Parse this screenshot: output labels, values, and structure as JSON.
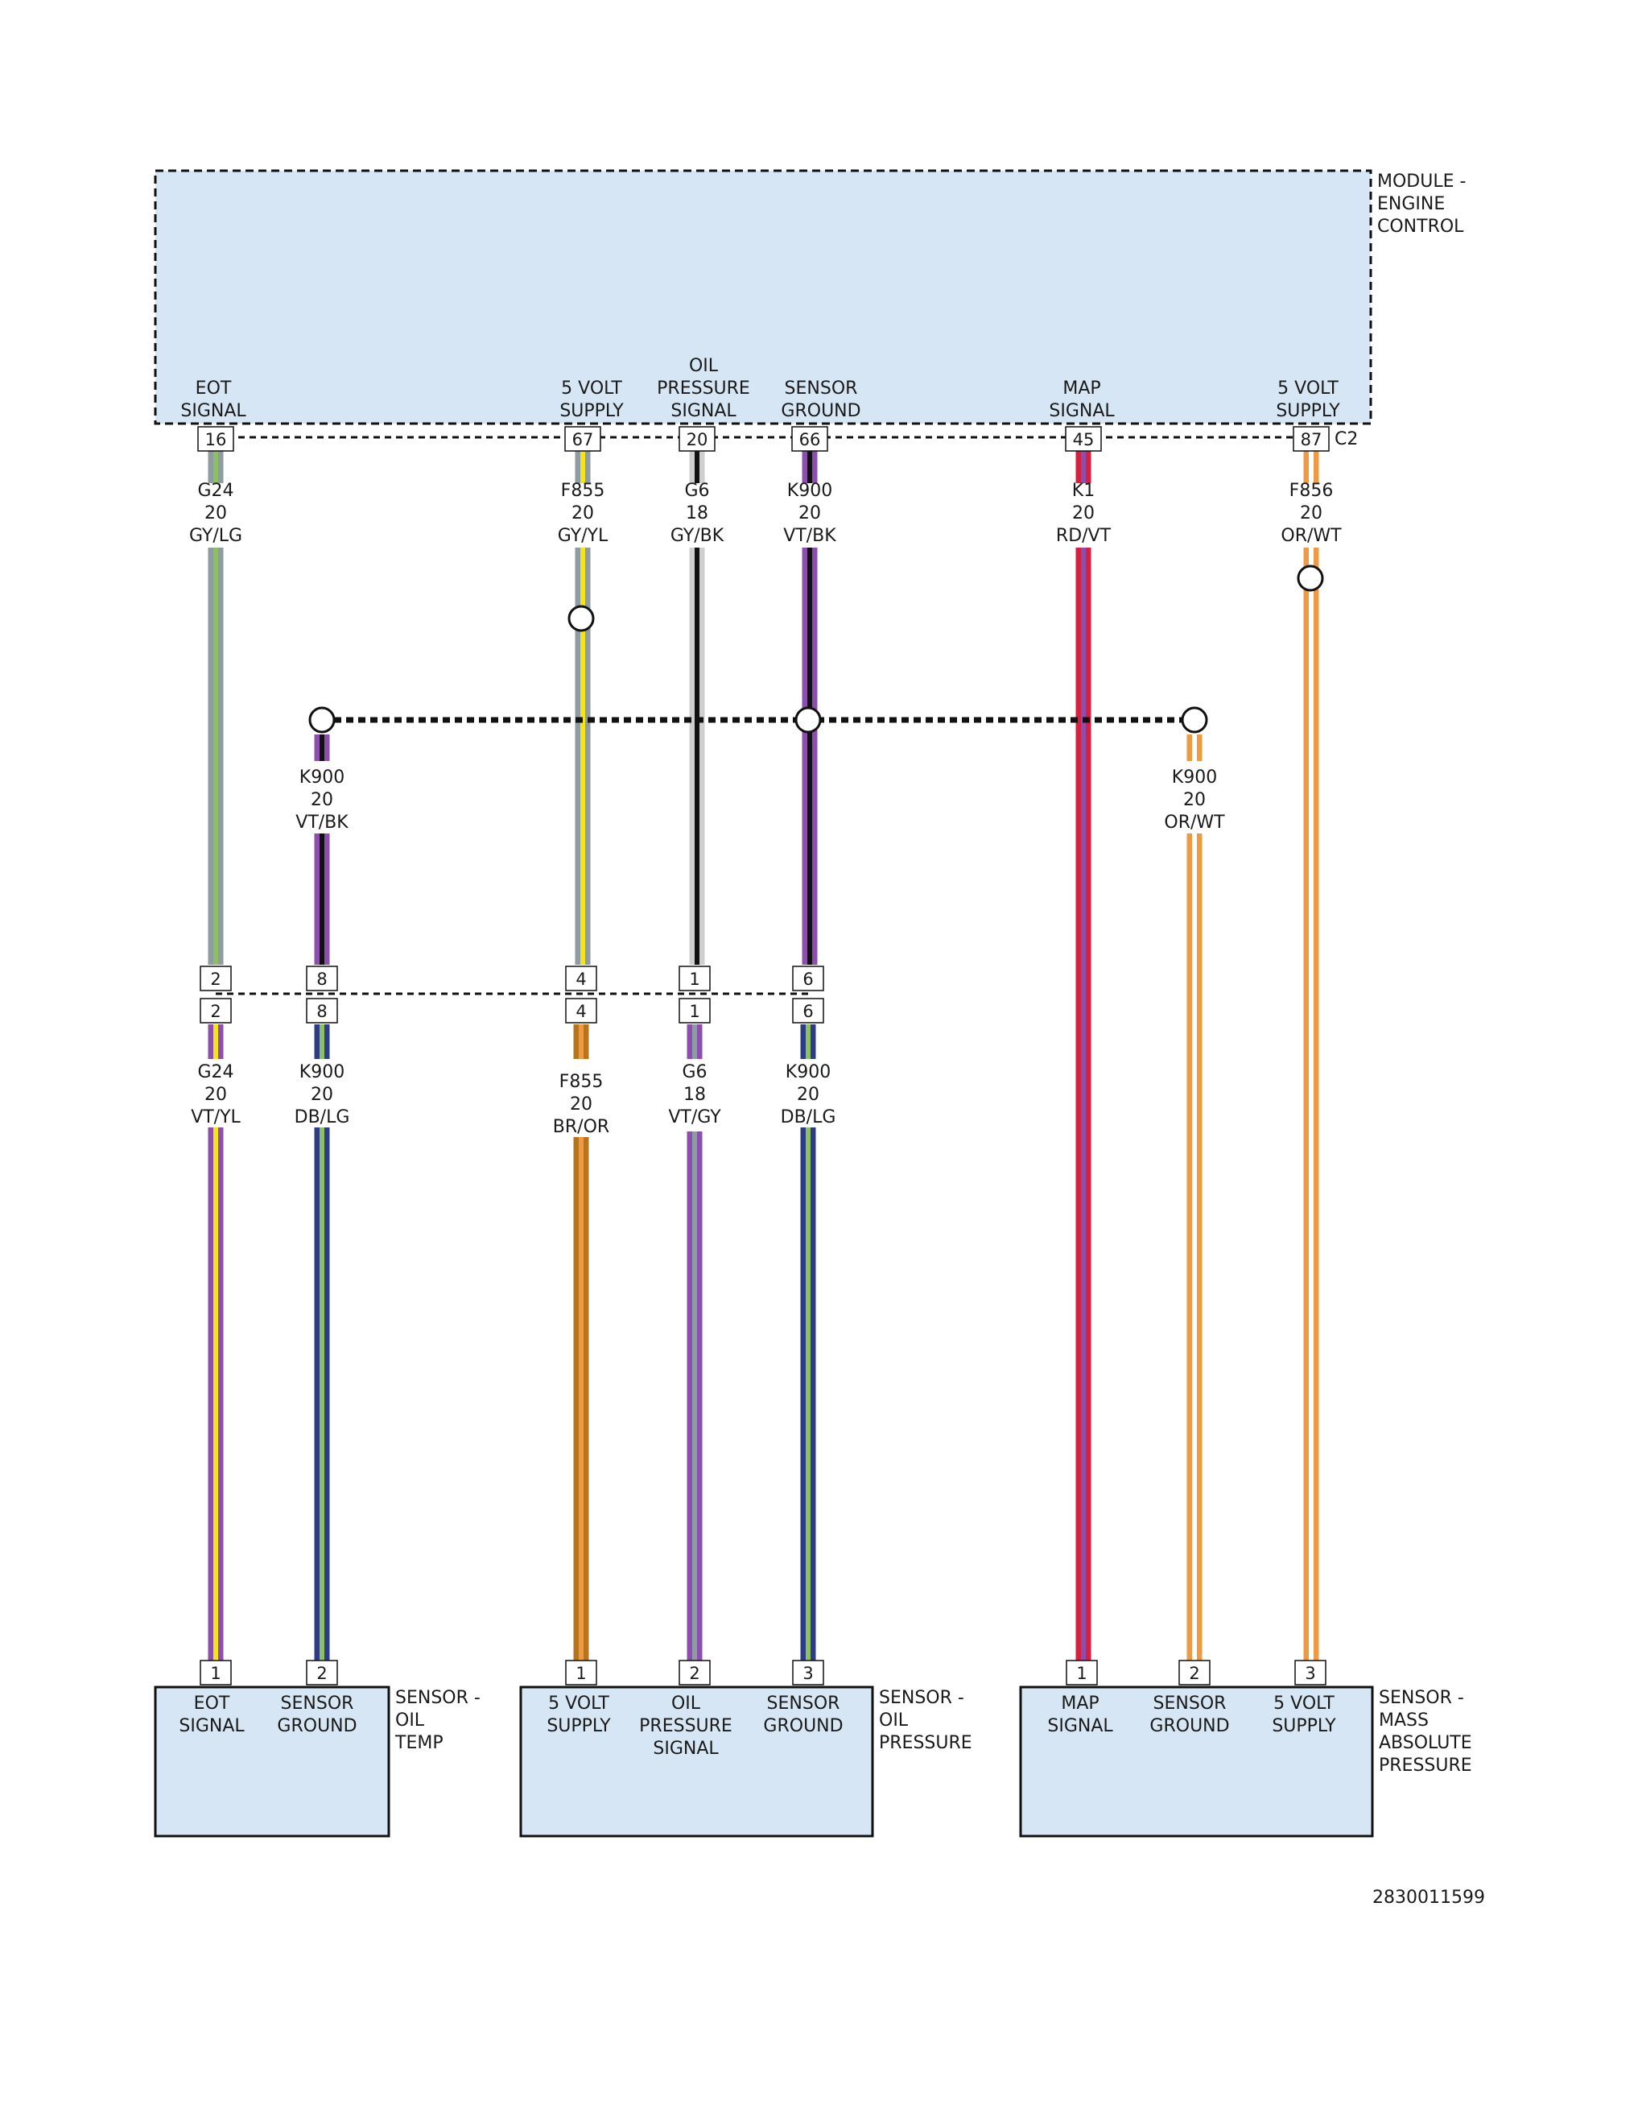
{
  "colors": {
    "GY": "#8e9ba3",
    "LG": "#8cc063",
    "YL": "#f3e51a",
    "BK": "#111111",
    "VT": "#8d4fae",
    "RD": "#d6203f",
    "OR": "#ee9a45",
    "WT": "#ffffff",
    "DB": "#2d3c85",
    "BR": "#b5751c",
    "GYL": "#cfcfcf",
    "box_fill": "#d6e6f5"
  },
  "module": {
    "title": [
      "MODULE -",
      "ENGINE",
      "CONTROL"
    ],
    "connector": "C2",
    "signals": [
      {
        "lines": [
          "EOT",
          "SIGNAL"
        ]
      },
      {
        "lines": [
          "5 VOLT",
          "SUPPLY"
        ]
      },
      {
        "lines": [
          "OIL",
          "PRESSURE",
          "SIGNAL"
        ]
      },
      {
        "lines": [
          "SENSOR",
          "GROUND"
        ]
      },
      {
        "lines": [
          "MAP",
          "SIGNAL"
        ]
      },
      {
        "lines": [
          "5 VOLT",
          "SUPPLY"
        ]
      }
    ],
    "pins": [
      "16",
      "67",
      "20",
      "66",
      "45",
      "87"
    ]
  },
  "upper_wires": [
    {
      "circuit": "G24",
      "gauge": "20",
      "color": "GY/LG",
      "base": "GY",
      "stripe": "LG"
    },
    {
      "circuit": "F855",
      "gauge": "20",
      "color": "GY/YL",
      "base": "GY",
      "stripe": "YL"
    },
    {
      "circuit": "G6",
      "gauge": "18",
      "color": "GY/BK",
      "base": "GYL",
      "stripe": "BK"
    },
    {
      "circuit": "K900",
      "gauge": "20",
      "color": "VT/BK",
      "base": "VT",
      "stripe": "BK"
    },
    {
      "circuit": "K1",
      "gauge": "20",
      "color": "RD/VT",
      "base": "RD",
      "stripe": "VT"
    },
    {
      "circuit": "F856",
      "gauge": "20",
      "color": "OR/WT",
      "base": "OR",
      "stripe": "WT"
    }
  ],
  "branch_wires": [
    {
      "circuit": "K900",
      "gauge": "20",
      "color": "VT/BK",
      "base": "VT",
      "stripe": "BK"
    },
    {
      "circuit": "K900",
      "gauge": "20",
      "color": "OR/WT",
      "base": "OR",
      "stripe": "WT"
    }
  ],
  "inline_connector": {
    "top_pins": [
      "2",
      "8",
      "4",
      "1",
      "6"
    ],
    "bottom_pins": [
      "2",
      "8",
      "4",
      "1",
      "6"
    ]
  },
  "lower_wires": [
    {
      "circuit": "G24",
      "gauge": "20",
      "color": "VT/YL",
      "base": "VT",
      "stripe": "YL"
    },
    {
      "circuit": "K900",
      "gauge": "20",
      "color": "DB/LG",
      "base": "DB",
      "stripe": "LG"
    },
    {
      "circuit": "F855",
      "gauge": "20",
      "color": "BR/OR",
      "base": "BR",
      "stripe": "OR"
    },
    {
      "circuit": "G6",
      "gauge": "18",
      "color": "VT/GY",
      "base": "VT",
      "stripe": "GY"
    },
    {
      "circuit": "K900",
      "gauge": "20",
      "color": "DB/LG",
      "base": "DB",
      "stripe": "LG"
    }
  ],
  "sensors": [
    {
      "title": [
        "SENSOR -",
        "OIL",
        "TEMP"
      ],
      "pins": [
        "1",
        "2"
      ],
      "signals": [
        {
          "lines": [
            "EOT",
            "SIGNAL"
          ]
        },
        {
          "lines": [
            "SENSOR",
            "GROUND"
          ]
        }
      ]
    },
    {
      "title": [
        "SENSOR -",
        "OIL",
        "PRESSURE"
      ],
      "pins": [
        "1",
        "2",
        "3"
      ],
      "signals": [
        {
          "lines": [
            "5 VOLT",
            "SUPPLY"
          ]
        },
        {
          "lines": [
            "OIL",
            "PRESSURE",
            "SIGNAL"
          ]
        },
        {
          "lines": [
            "SENSOR",
            "GROUND"
          ]
        }
      ]
    },
    {
      "title": [
        "SENSOR -",
        "MASS",
        "ABSOLUTE",
        "PRESSURE"
      ],
      "pins": [
        "1",
        "2",
        "3"
      ],
      "signals": [
        {
          "lines": [
            "MAP",
            "SIGNAL"
          ]
        },
        {
          "lines": [
            "SENSOR",
            "GROUND"
          ]
        },
        {
          "lines": [
            "5 VOLT",
            "SUPPLY"
          ]
        }
      ]
    }
  ],
  "figure_id": "2830011599"
}
